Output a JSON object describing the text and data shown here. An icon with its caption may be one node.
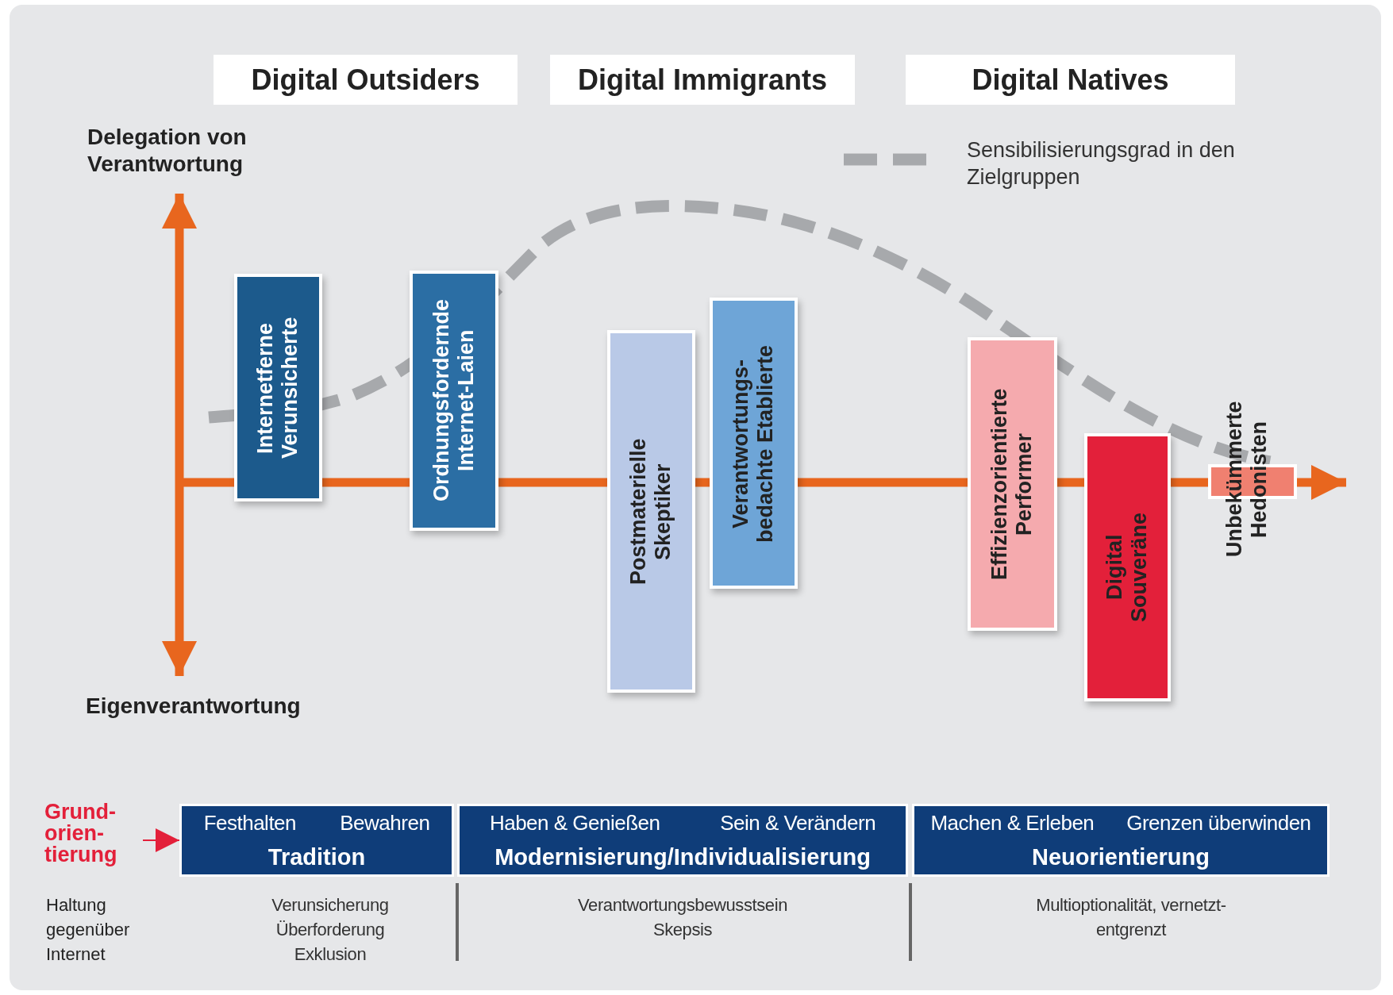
{
  "diagram": {
    "nodes": [
      {
        "text": [
          "Digital Outsiders"
        ]
      },
      {
        "text": [
          "Digital Immigrants"
        ]
      },
      {
        "text": [
          "Digital Natives"
        ]
      },
      {
        "text": [
          "Internetferne Verunsicherte"
        ]
      },
      {
        "text": [
          "Ordnungsfordernde Internet-Laien"
        ]
      },
      {
        "text": [
          "Postmaterielle Skeptiker"
        ]
      },
      {
        "text": [
          "Verantwortungs- bedachte Etablierte"
        ]
      },
      {
        "text": [
          "Effizienzorientierte Performer"
        ]
      },
      {
        "text": [
          "Digital Souveräne"
        ]
      },
      {
        "text": [
          "Unbekümmerte Hedonisten"
        ]
      },
      {
        "text": [
          "Festhalten",
          "Bewahren",
          "Tradition"
        ]
      },
      {
        "text": [
          "Haben & Genießen",
          "Sein & Verändern",
          "Modernisierung/Individualisierung"
        ]
      },
      {
        "text": [
          "Machen & Erleben",
          "Grenzen überwinden",
          "Neuorientierung"
        ]
      },
      {
        "text": [
          "Grund- orien- tierung"
        ]
      }
    ],
    "edges": [
      {
        "from": 13,
        "to": 10,
        "arrow": "to"
      }
    ],
    "labels": [
      "Delegation von Verantwortung",
      "Eigenverantwortung",
      "Haltung gegenüber Internet",
      "Verunsicherung Überforderung Exklusion",
      "Verantwortungsbewusstsein Skepsis",
      "Multioptionalität, vernetzt-entgrenzt"
    ],
    "legend": [
      {
        "text": "Sensibilisierungsgrad in den Zielgruppen"
      }
    ]
  }
}
